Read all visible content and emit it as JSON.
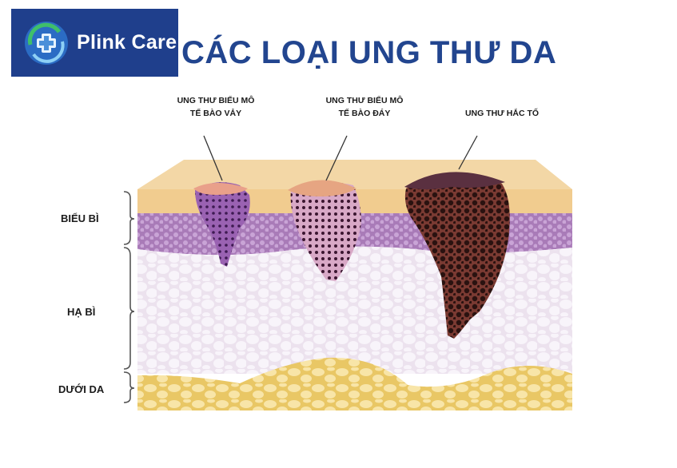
{
  "brand": {
    "name": "Plink Care"
  },
  "title": "CÁC LOẠI UNG THƯ DA",
  "callouts": [
    {
      "line1": "UNG THƯ BIỂU MÔ",
      "line2": "TẾ BÀO VẢY"
    },
    {
      "line1": "UNG THƯ BIỂU MÔ",
      "line2": "TẾ BÀO ĐÁY"
    },
    {
      "line1": "UNG THƯ HẮC TỐ",
      "line2": ""
    }
  ],
  "layers": {
    "epidermis": "BIỂU BÌ",
    "dermis": "HẠ BÌ",
    "subcutis": "DƯỚI DA"
  },
  "colors": {
    "brand_bg": "#1f3f8c",
    "title": "#22458f",
    "skin_top": "#f2d3a0",
    "epidermis": "#b98cc4",
    "dermis": "#ece3ef",
    "fat": "#f3d98a",
    "squamous": "#8c4fa3",
    "basal": "#c98ab0",
    "melanoma": "#4a2420"
  }
}
